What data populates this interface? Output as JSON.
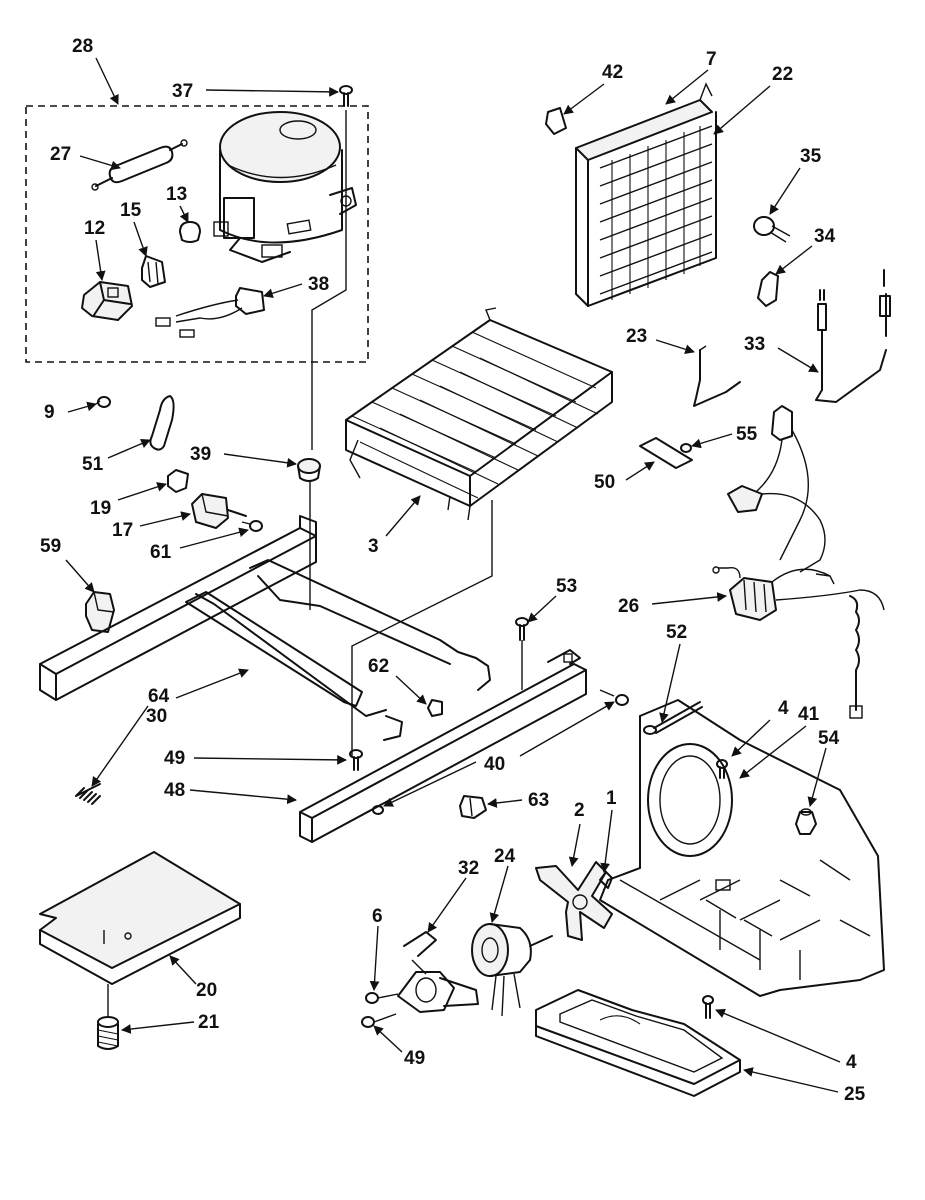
{
  "callouts": {
    "c28": "28",
    "c37": "37",
    "c27": "27",
    "c13": "13",
    "c15": "15",
    "c12": "12",
    "c38": "38",
    "c9": "9",
    "c51": "51",
    "c39": "39",
    "c19": "19",
    "c17": "17",
    "c61": "61",
    "c59": "59",
    "c3": "3",
    "c42": "42",
    "c7": "7",
    "c22": "22",
    "c35": "35",
    "c34": "34",
    "c23": "23",
    "c33": "33",
    "c55": "55",
    "c50": "50",
    "c26": "26",
    "c53": "53",
    "c52": "52",
    "c62": "62",
    "c64": "64",
    "c30": "30",
    "c49a": "49",
    "c40": "40",
    "c48": "48",
    "c63": "63",
    "c4a": "4",
    "c41": "41",
    "c54": "54",
    "c2": "2",
    "c1": "1",
    "c24": "24",
    "c32": "32",
    "c6": "6",
    "c20": "20",
    "c21": "21",
    "c49b": "49",
    "c4b": "4",
    "c25": "25"
  }
}
